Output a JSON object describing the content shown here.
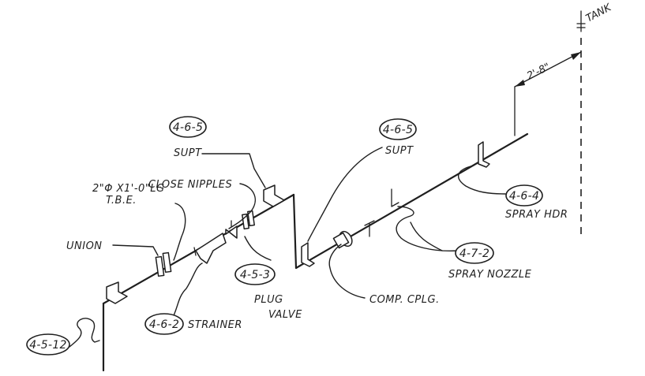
{
  "callouts": {
    "supt_left": {
      "ref": "4-6-5",
      "label": "SUPT"
    },
    "supt_right": {
      "ref": "4-6-5",
      "label": "SUPT"
    },
    "spray_hdr": {
      "ref": "4-6-4",
      "label": "SPRAY HDR"
    },
    "spray_nozzle": {
      "ref": "4-7-2",
      "label": "SPRAY NOZZLE"
    },
    "plug_valve": {
      "ref": "4-5-3",
      "label_line1": "PLUG",
      "label_line2": "VALVE"
    },
    "strainer": {
      "ref": "4-6-2",
      "label": "STRAINER"
    },
    "riser": {
      "ref": "4-5-12"
    }
  },
  "labels": {
    "close_nipples": "CLOSE NIPPLES",
    "nipple_spec_line1": "2\"Φ X1'-0\"LG",
    "nipple_spec_line2": "T.B.E.",
    "union": "UNION",
    "comp_cplg": "COMP. CPLG."
  },
  "dimensions": {
    "header_offset": "2'-8\"",
    "tank_ref": "TANK"
  }
}
